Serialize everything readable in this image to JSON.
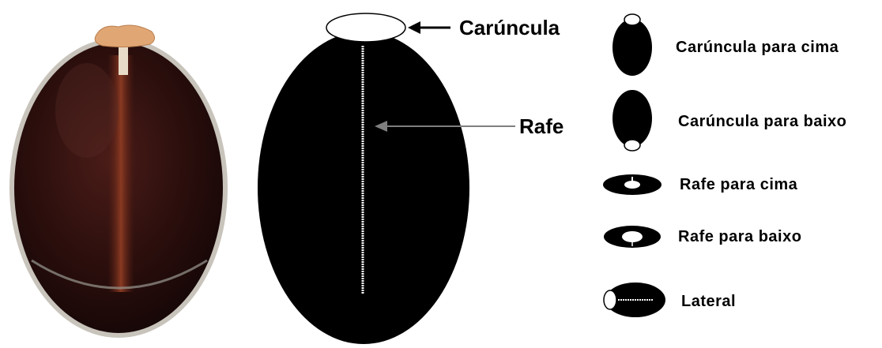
{
  "labels": {
    "caruncula": "Carúncula",
    "rafe": "Rafe"
  },
  "orientations": [
    {
      "label": "Carúncula para cima",
      "icon": "seed-caruncle-up-icon"
    },
    {
      "label": "Carúncula para baixo",
      "icon": "seed-caruncle-down-icon"
    },
    {
      "label": "Rafe para cima",
      "icon": "seed-raphe-up-icon"
    },
    {
      "label": "Rafe para baixo",
      "icon": "seed-raphe-down-icon"
    },
    {
      "label": "Lateral",
      "icon": "seed-lateral-icon"
    }
  ],
  "colors": {
    "seed_body": "#000000",
    "caruncle": "#ffffff",
    "photo_seed": "#3a1512",
    "photo_caruncle": "#e0a775",
    "arrow_black": "#000000",
    "arrow_gray": "#7f7f7f"
  }
}
